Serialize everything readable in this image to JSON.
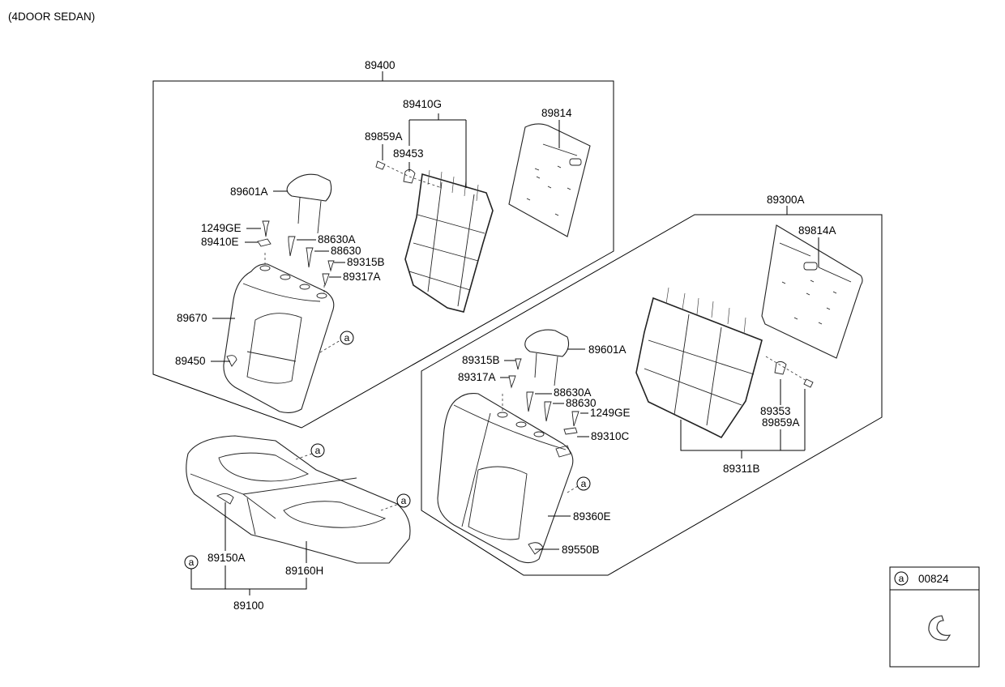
{
  "header": {
    "variant": "(4DOOR SEDAN)"
  },
  "assemblies": {
    "back_left": "89400",
    "back_right": "89300A",
    "cushion": "89100"
  },
  "labels": {
    "p89410G": "89410G",
    "p89814": "89814",
    "p89859A_l": "89859A",
    "p89453": "89453",
    "p89601A_l": "89601A",
    "p1249GE_l": "1249GE",
    "p89410E": "89410E",
    "p88630A_l": "88630A",
    "p88630_l": "88630",
    "p89315B_l": "89315B",
    "p89317A_l": "89317A",
    "p89670": "89670",
    "p89450": "89450",
    "p89814A": "89814A",
    "p89601A_r": "89601A",
    "p89315B_r": "89315B",
    "p89317A_r": "89317A",
    "p88630A_r": "88630A",
    "p88630_r": "88630",
    "p1249GE_r": "1249GE",
    "p89310C": "89310C",
    "p89353": "89353",
    "p89859A_r": "89859A",
    "p89311B": "89311B",
    "p89360E": "89360E",
    "p89550B": "89550B",
    "p89150A": "89150A",
    "p89160H": "89160H"
  },
  "reference_marker": "a",
  "legend": {
    "marker": "a",
    "part": "00824"
  }
}
